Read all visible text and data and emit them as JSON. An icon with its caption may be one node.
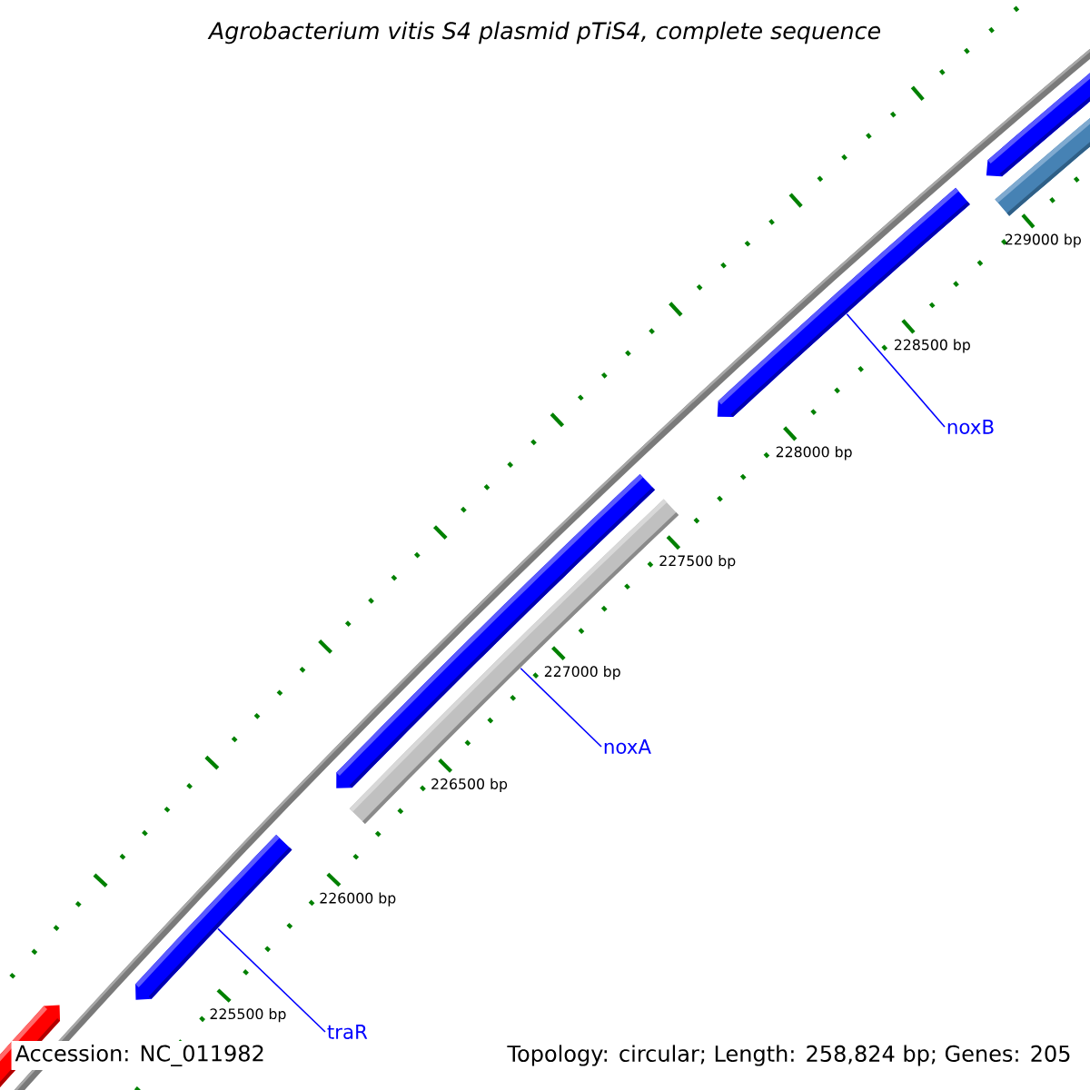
{
  "diagram": {
    "title": "Agrobacterium vitis S4 plasmid pTiS4, complete sequence",
    "nodes": [
      {
        "text": [],
        "shape": "arrow"
      },
      {
        "text": [],
        "shape": "bar"
      },
      {
        "text": [],
        "shape": "arrow"
      },
      {
        "text": [],
        "shape": "arrow"
      },
      {
        "text": [],
        "shape": "bar"
      },
      {
        "text": [],
        "shape": "arrow"
      },
      {
        "text": [],
        "shape": "arrow"
      },
      {
        "text": [
          "noxB"
        ]
      },
      {
        "text": [
          "noxA"
        ]
      },
      {
        "text": [
          "traR"
        ]
      }
    ],
    "edges": [
      {
        "from": 7,
        "to": 2,
        "arrow": "none"
      },
      {
        "from": 8,
        "to": 4,
        "arrow": "none"
      },
      {
        "from": 9,
        "to": 5,
        "arrow": "none"
      }
    ],
    "labels": [
      "229000 bp",
      "228500 bp",
      "228000 bp",
      "227500 bp",
      "227000 bp",
      "226500 bp",
      "226000 bp",
      "225500 bp",
      "Accession: NC_011982",
      "Topology: circular; Length: 258,824 bp; Genes: 205"
    ]
  }
}
